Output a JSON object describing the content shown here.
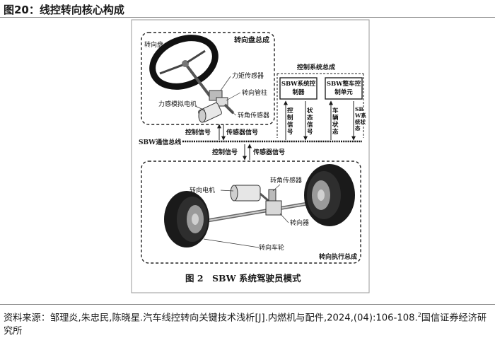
{
  "page_title": "图20：线控转向核心构成",
  "source_text": "资料来源：邹理炎,朱忠民,陈晓星.汽车线控转向关键技术浅析[J].内燃机与配件,2024,(04):106-108.",
  "source_suffix": "国信证券经济研究所",
  "figure": {
    "caption_number": "图 2",
    "caption_text": "SBW 系统驾驶员模式",
    "steering_assembly": {
      "title": "转向盘总成",
      "steering_wheel": "转向盘",
      "torque_sensor": "力矩传感器",
      "steering_column": "转向管柱",
      "feedback_motor": "力感模拟电机",
      "angle_sensor": "转角传感器"
    },
    "control_system": {
      "title": "控制系统总成",
      "sbw_controller": "SBW系统控制器",
      "vehicle_controller": "SBW整车控制单元",
      "signals": [
        "控制信号",
        "状态信号",
        "车辆状态",
        "SBW系统状态"
      ]
    },
    "bus": {
      "label": "SBW通信总线",
      "upper_signals": [
        "控制信号",
        "传感器信号"
      ],
      "lower_signals": [
        "控制信号",
        "传感器信号"
      ]
    },
    "actuator_assembly": {
      "title": "转向执行总成",
      "steering_motor": "转向电机",
      "angle_sensor": "转角传感器",
      "steering_gear": "转向器",
      "steering_wheels": "转向车轮"
    }
  }
}
